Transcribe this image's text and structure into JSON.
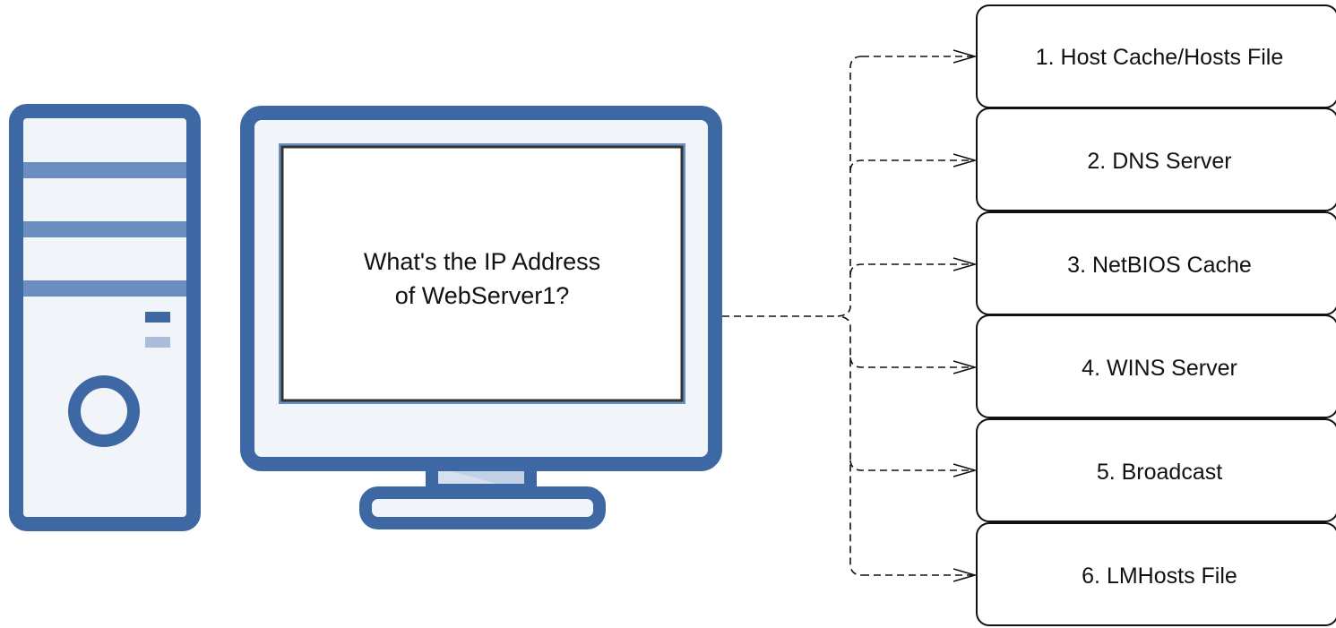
{
  "colors": {
    "primary": "#3d68a3",
    "stripe": "#6b8ec0",
    "light_fill": "#f1f4f9",
    "connector": "#111111"
  },
  "computer": {
    "tower": {
      "icon": "desktop-tower-icon"
    },
    "monitor": {
      "icon": "monitor-icon",
      "question_lines": [
        "What's the IP Address",
        "of WebServer1?"
      ]
    }
  },
  "resolution_steps": [
    "1. Host Cache/Hosts File",
    "2. DNS Server",
    "3. NetBIOS Cache",
    "4. WINS Server",
    "5. Broadcast",
    "6. LMHosts File"
  ]
}
